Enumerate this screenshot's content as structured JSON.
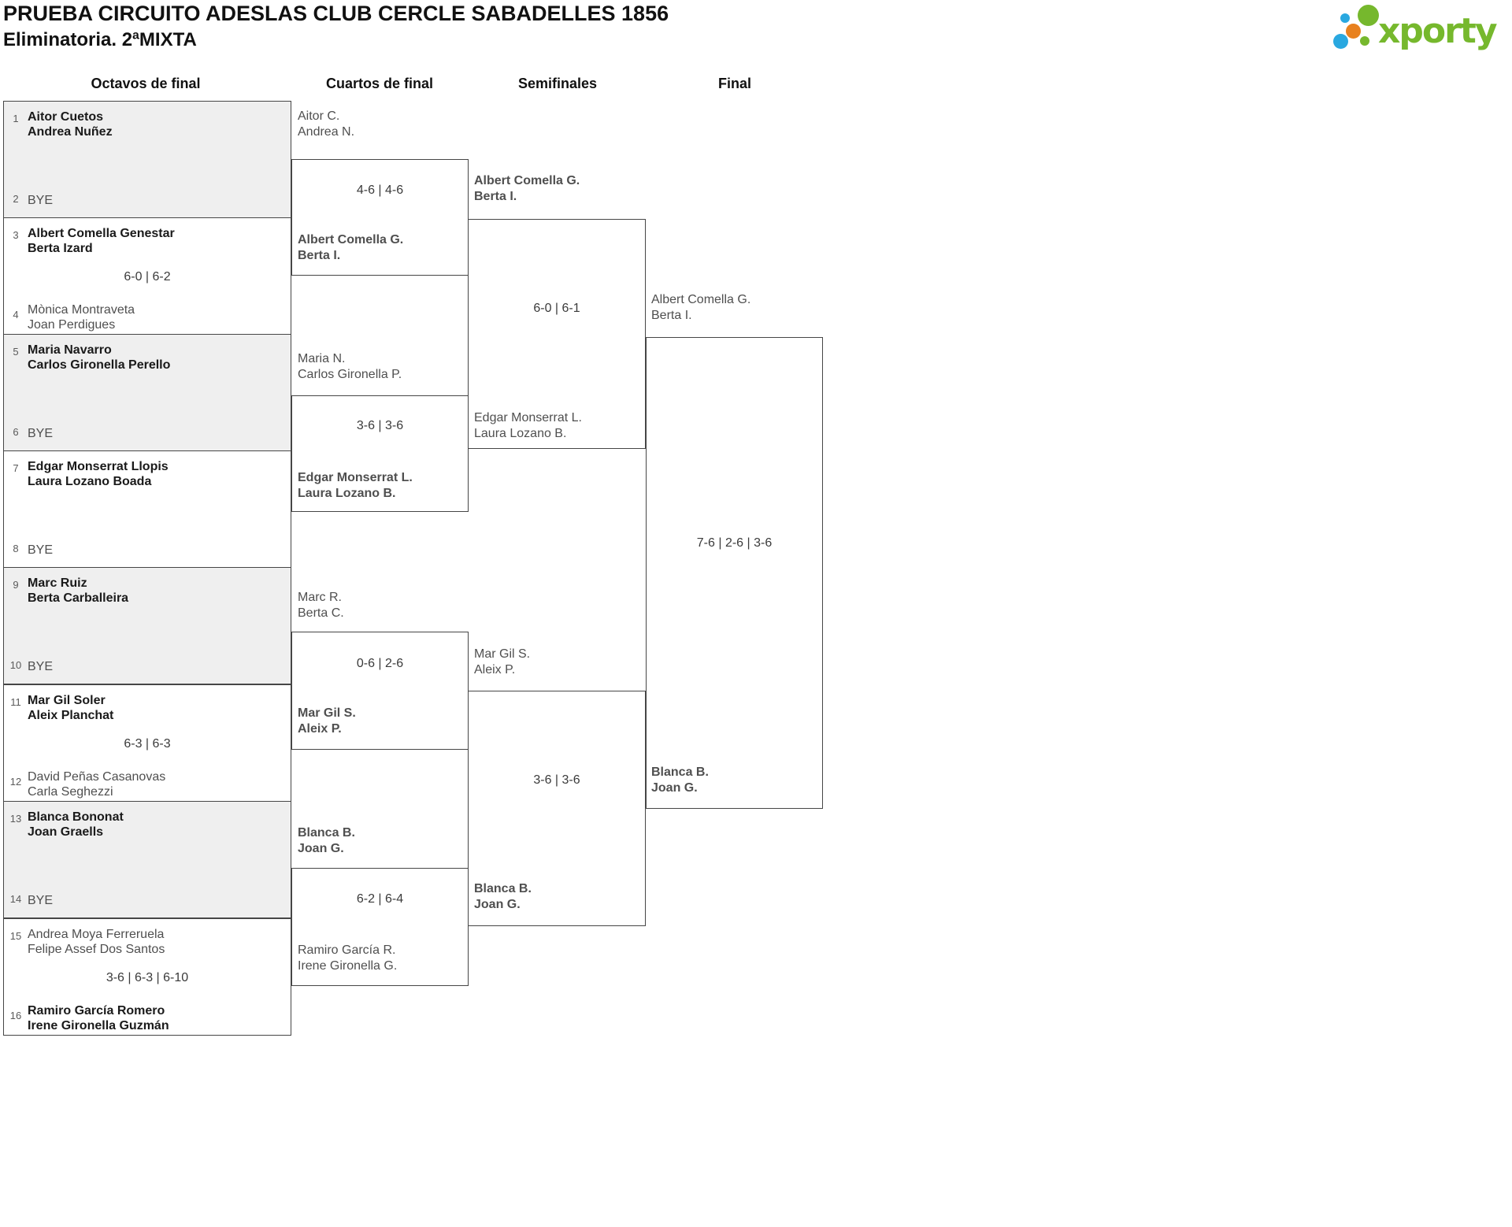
{
  "header": {
    "title": "PRUEBA CIRCUITO ADESLAS CLUB CERCLE SABADELLES 1856",
    "subtitle": "Eliminatoria. 2ªMIXTA"
  },
  "logo": {
    "text": "xporty",
    "brand_colors": {
      "green": "#76b82d",
      "orange": "#e8811e",
      "blue": "#29a8e0"
    }
  },
  "rounds": [
    {
      "label": "Octavos de final"
    },
    {
      "label": "Cuartos de final"
    },
    {
      "label": "Semifinales"
    },
    {
      "label": "Final"
    }
  ],
  "r16": [
    {
      "seed_top": "1",
      "team_top": [
        "Aitor Cuetos",
        "Andrea Nuñez"
      ],
      "score": "",
      "seed_bottom": "2",
      "team_bottom": [
        "BYE",
        ""
      ],
      "winner": "top"
    },
    {
      "seed_top": "3",
      "team_top": [
        "Albert Comella Genestar",
        "Berta Izard"
      ],
      "score": "6-0 | 6-2",
      "seed_bottom": "4",
      "team_bottom": [
        "Mònica Montraveta",
        "Joan Perdigues"
      ],
      "winner": "top"
    },
    {
      "seed_top": "5",
      "team_top": [
        "Maria Navarro",
        "Carlos Gironella Perello"
      ],
      "score": "",
      "seed_bottom": "6",
      "team_bottom": [
        "BYE",
        ""
      ],
      "winner": "top"
    },
    {
      "seed_top": "7",
      "team_top": [
        "Edgar Monserrat Llopis",
        "Laura Lozano Boada"
      ],
      "score": "",
      "seed_bottom": "8",
      "team_bottom": [
        "BYE",
        ""
      ],
      "winner": "top"
    },
    {
      "seed_top": "9",
      "team_top": [
        "Marc Ruiz",
        "Berta Carballeira"
      ],
      "score": "",
      "seed_bottom": "10",
      "team_bottom": [
        "BYE",
        ""
      ],
      "winner": "top"
    },
    {
      "seed_top": "11",
      "team_top": [
        "Mar Gil Soler",
        "Aleix Planchat"
      ],
      "score": "6-3 | 6-3",
      "seed_bottom": "12",
      "team_bottom": [
        "David Peñas Casanovas",
        "Carla Seghezzi"
      ],
      "winner": "top"
    },
    {
      "seed_top": "13",
      "team_top": [
        "Blanca Bononat",
        "Joan Graells"
      ],
      "score": "",
      "seed_bottom": "14",
      "team_bottom": [
        "BYE",
        ""
      ],
      "winner": "top"
    },
    {
      "seed_top": "15",
      "team_top": [
        "Andrea Moya Ferreruela",
        "Felipe Assef Dos Santos"
      ],
      "score": "3-6 | 6-3 | 6-10",
      "seed_bottom": "16",
      "team_bottom": [
        "Ramiro García Romero",
        "Irene Gironella Guzmán"
      ],
      "winner": "bottom"
    }
  ],
  "qf": [
    {
      "team_top": [
        "Aitor C.",
        "Andrea N."
      ],
      "score": "4-6 | 4-6",
      "team_bottom": [
        "Albert Comella G.",
        "Berta I."
      ],
      "winner": "bottom"
    },
    {
      "team_top": [
        "Maria N.",
        "Carlos Gironella P."
      ],
      "score": "3-6 | 3-6",
      "team_bottom": [
        "Edgar Monserrat L.",
        "Laura Lozano B."
      ],
      "winner": "bottom"
    },
    {
      "team_top": [
        "Marc R.",
        "Berta C."
      ],
      "score": "0-6 | 2-6",
      "team_bottom": [
        "Mar Gil S.",
        "Aleix P."
      ],
      "winner": "bottom"
    },
    {
      "team_top": [
        "Blanca B.",
        "Joan G."
      ],
      "score": "6-2 | 6-4",
      "team_bottom": [
        "Ramiro García R.",
        "Irene Gironella G."
      ],
      "winner": "top"
    }
  ],
  "sf": [
    {
      "team_top": [
        "Albert Comella G.",
        "Berta I."
      ],
      "score": "6-0 | 6-1",
      "team_bottom": [
        "Edgar Monserrat L.",
        "Laura Lozano B."
      ],
      "winner": "top"
    },
    {
      "team_top": [
        "Mar Gil S.",
        "Aleix P."
      ],
      "score": "3-6 | 3-6",
      "team_bottom": [
        "Blanca B.",
        "Joan G."
      ],
      "winner": "bottom"
    }
  ],
  "final": {
    "team_top": [
      "Albert Comella G.",
      "Berta I."
    ],
    "score": "7-6 | 2-6 | 3-6",
    "team_bottom": [
      "Blanca B.",
      "Joan G."
    ],
    "winner": "bottom"
  }
}
